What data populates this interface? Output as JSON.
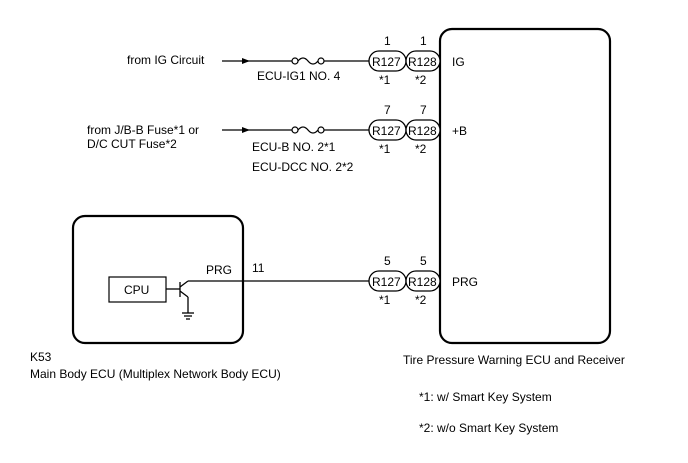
{
  "circuits": [
    {
      "id": "ig",
      "source_lines": [
        "from IG Circuit"
      ],
      "fuse_labels": [
        "ECU-IG1 NO. 4"
      ],
      "pin_r127": "1",
      "pin_r128": "1",
      "terminal": "IG"
    },
    {
      "id": "b",
      "source_lines": [
        "from J/B-B Fuse*1 or",
        "D/C CUT Fuse*2"
      ],
      "fuse_labels": [
        "ECU-B NO. 2*1",
        "ECU-DCC NO. 2*2"
      ],
      "pin_r127": "7",
      "pin_r128": "7",
      "terminal": "+B"
    },
    {
      "id": "prg",
      "source_lines": [],
      "fuse_labels": [],
      "pin_r127": "5",
      "pin_r128": "5",
      "terminal": "PRG"
    }
  ],
  "connectors": {
    "r127": "R127",
    "r128": "R128",
    "r127_note": "*1",
    "r128_note": "*2"
  },
  "main_body_ecu": {
    "code": "K53",
    "name": "Main Body ECU (Multiplex Network Body ECU)",
    "cpu_label": "CPU",
    "output_label": "PRG",
    "output_pin": "11"
  },
  "tpms_ecu": {
    "name": "Tire Pressure Warning ECU and Receiver"
  },
  "notes": [
    "*1: w/ Smart Key System",
    "*2: w/o Smart Key System"
  ]
}
